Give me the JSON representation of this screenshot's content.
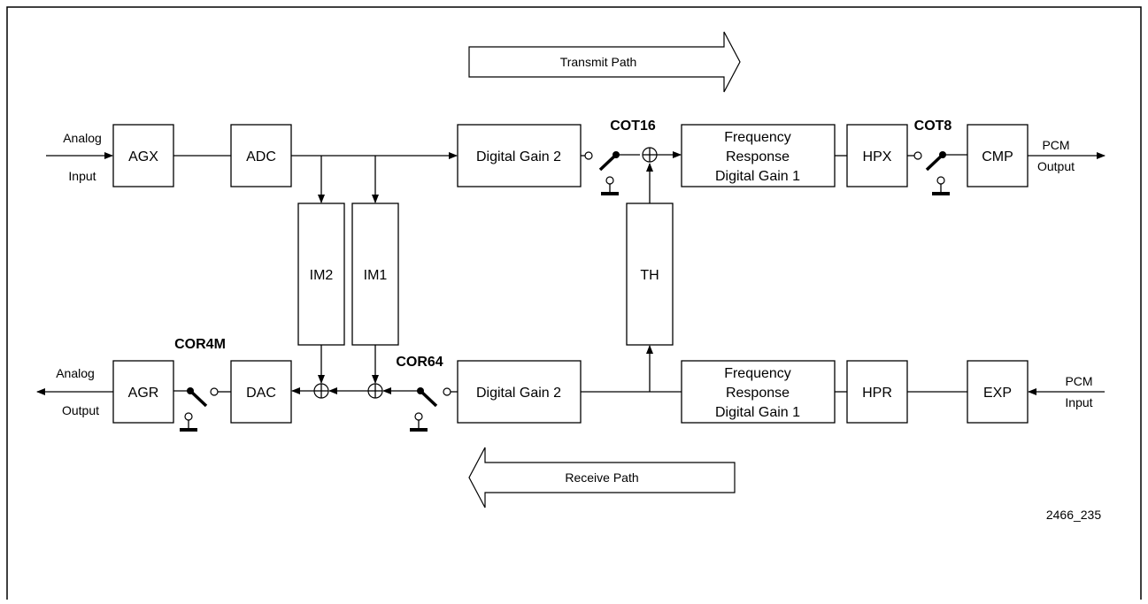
{
  "transmit": {
    "path_label": "Transmit Path",
    "input_label_1": "Analog",
    "input_label_2": "Input",
    "blocks": {
      "agx": "AGX",
      "adc": "ADC",
      "digital_gain_2": "Digital Gain 2",
      "freq_line_1": "Frequency",
      "freq_line_2": "Response",
      "freq_line_3": "Digital Gain 1",
      "hpx": "HPX",
      "cmp": "CMP"
    },
    "switches": {
      "cot16": "COT16",
      "cot8": "COT8"
    },
    "output_label_1": "PCM",
    "output_label_2": "Output"
  },
  "shared": {
    "im2": "IM2",
    "im1": "IM1",
    "th": "TH"
  },
  "receive": {
    "path_label": "Receive Path",
    "input_label_1": "PCM",
    "input_label_2": "Input",
    "blocks": {
      "exp": "EXP",
      "hpr": "HPR",
      "freq_line_1": "Frequency",
      "freq_line_2": "Response",
      "freq_line_3": "Digital Gain 1",
      "digital_gain_2": "Digital Gain 2",
      "dac": "DAC",
      "agr": "AGR"
    },
    "switches": {
      "cor64": "COR64",
      "cor4m": "COR4M"
    },
    "output_label_1": "Analog",
    "output_label_2": "Output"
  },
  "figure_id": "2466_235"
}
